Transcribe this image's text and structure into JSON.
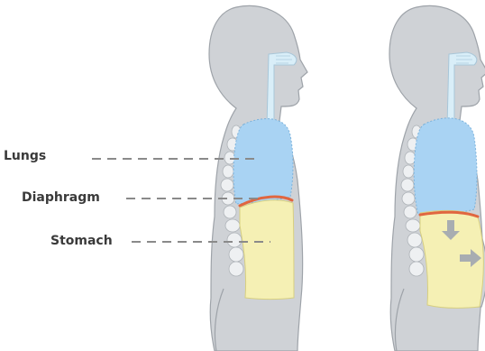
{
  "labels": {
    "lungs": "Lungs",
    "diaphragm": "Diaphragm",
    "stomach": "Stomach"
  },
  "colors": {
    "body": "#cfd2d6",
    "body_outline": "#9ea3a9",
    "lungs": "#a9d3f3",
    "lungs_outline": "#7bb2dc",
    "stomach": "#f5f0b4",
    "stomach_outline": "#d7cf80",
    "diaphragm": "#e06640",
    "spine": "#eef0f2",
    "spine_outline": "#aeb3b8",
    "airway": "#d9eef8",
    "dash": "#8a8a8a",
    "label": "#3a3a3a",
    "arrow": "#a8adb1"
  },
  "figures": [
    {
      "state": "exhale"
    },
    {
      "state": "inhale"
    }
  ]
}
